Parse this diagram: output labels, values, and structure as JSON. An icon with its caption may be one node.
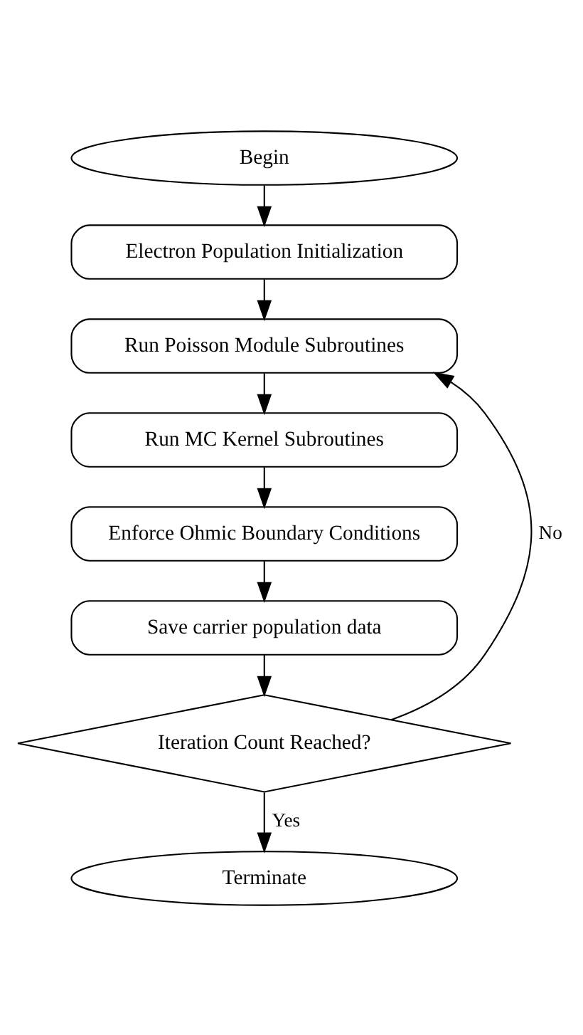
{
  "diagram": {
    "nodes": [
      {
        "text": [
          "Begin"
        ]
      },
      {
        "text": [
          "Electron Population Initialization"
        ]
      },
      {
        "text": [
          "Run Poisson Module Subroutines"
        ]
      },
      {
        "text": [
          "Run MC Kernel Subroutines"
        ]
      },
      {
        "text": [
          "Enforce Ohmic Boundary Conditions"
        ]
      },
      {
        "text": [
          "Save carrier population data"
        ]
      },
      {
        "text": [
          "Iteration Count Reached?"
        ]
      },
      {
        "text": [
          "Terminate"
        ]
      }
    ],
    "edges": [
      {
        "from": 0,
        "to": 1,
        "arrow": "to"
      },
      {
        "from": 1,
        "to": 2,
        "arrow": "to"
      },
      {
        "from": 2,
        "to": 3,
        "arrow": "to"
      },
      {
        "from": 3,
        "to": 4,
        "arrow": "to"
      },
      {
        "from": 4,
        "to": 5,
        "arrow": "to"
      },
      {
        "from": 5,
        "to": 6,
        "arrow": "to"
      },
      {
        "from": 6,
        "to": 2,
        "arrow": "to",
        "label": "No"
      },
      {
        "from": 6,
        "to": 7,
        "arrow": "to",
        "label": "Yes"
      }
    ]
  }
}
